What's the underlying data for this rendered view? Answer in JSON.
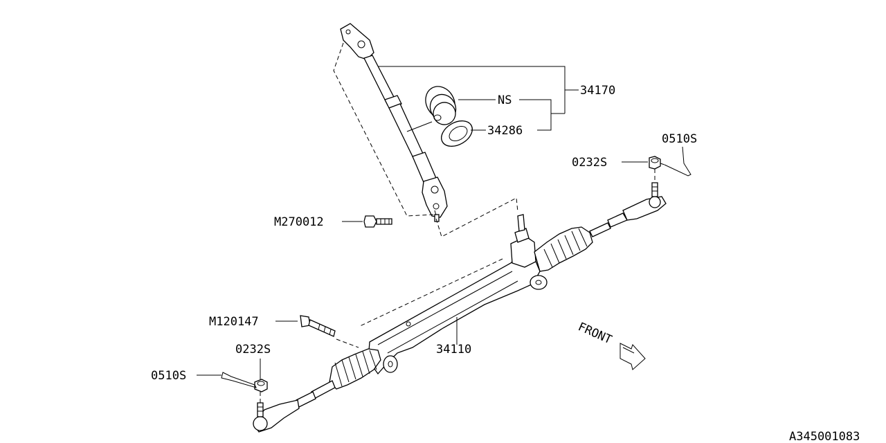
{
  "labels": {
    "intermediate_shaft": "34170",
    "not_serviced": "NS",
    "boot": "34286",
    "nut_right": "0232S",
    "cotter_pin_right": "0510S",
    "flange_bolt": "M270012",
    "mount_bolt": "M120147",
    "steering_gear": "34110",
    "nut_left": "0232S",
    "cotter_pin_left": "0510S",
    "front_indicator": "FRONT"
  },
  "diagram_code": "A345001083"
}
